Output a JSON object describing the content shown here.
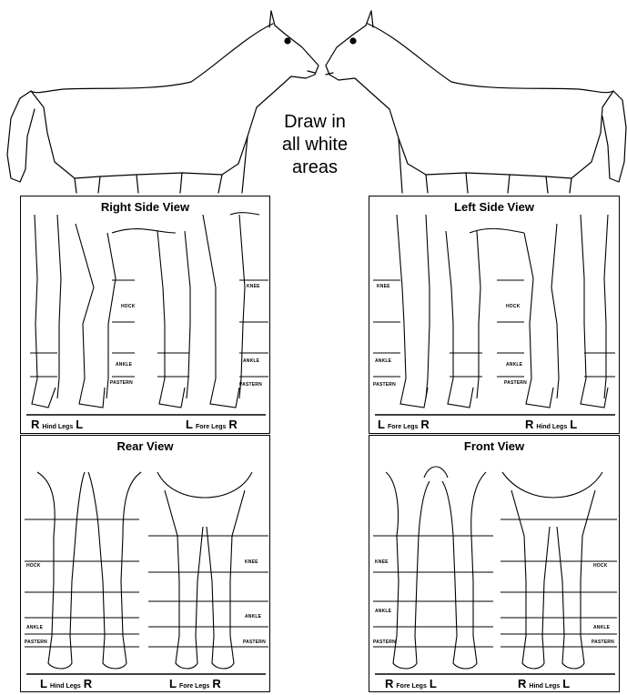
{
  "center_note": {
    "line1": "Draw in",
    "line2": "all white",
    "line3": "areas"
  },
  "panels": {
    "right_side": {
      "title": "Right Side View",
      "labels": {
        "hock": "HOCK",
        "ankle": "ANKLE",
        "pastern": "PASTERN",
        "knee": "KNEE",
        "ankle_right": "ANKLE",
        "pastern_right": "PASTERN"
      },
      "footer_left": {
        "l": "R",
        "mid": "Hind Legs",
        "r": "L"
      },
      "footer_right": {
        "l": "L",
        "mid": "Fore Legs",
        "r": "R"
      }
    },
    "left_side": {
      "title": "Left Side View",
      "labels": {
        "knee": "KNEE",
        "ankle": "ANKLE",
        "pastern": "PASTERN",
        "hock": "HOCK",
        "ankle_right": "ANKLE",
        "pastern_right": "PASTERN"
      },
      "footer_left": {
        "l": "L",
        "mid": "Fore Legs",
        "r": "R"
      },
      "footer_right": {
        "l": "R",
        "mid": "Hind Legs",
        "r": "L"
      }
    },
    "rear": {
      "title": "Rear View",
      "labels": {
        "hock": "HOCK",
        "ankle": "ANKLE",
        "pastern": "PASTERN",
        "knee": "KNEE",
        "ankle_right": "ANKLE",
        "pastern_right": "PASTERN"
      },
      "footer_left": {
        "l": "L",
        "mid": "Hind Legs",
        "r": "R"
      },
      "footer_right": {
        "l": "L",
        "mid": "Fore Legs",
        "r": "R"
      }
    },
    "front": {
      "title": "Front View",
      "labels": {
        "knee": "KNEE",
        "ankle": "ANKLE",
        "pastern": "PASTERN",
        "hock": "HOCK",
        "ankle_right": "ANKLE",
        "pastern_right": "PASTERN"
      },
      "footer_left": {
        "l": "R",
        "mid": "Fore Legs",
        "r": "L"
      },
      "footer_right": {
        "l": "R",
        "mid": "Hind Legs",
        "r": "L"
      }
    }
  }
}
